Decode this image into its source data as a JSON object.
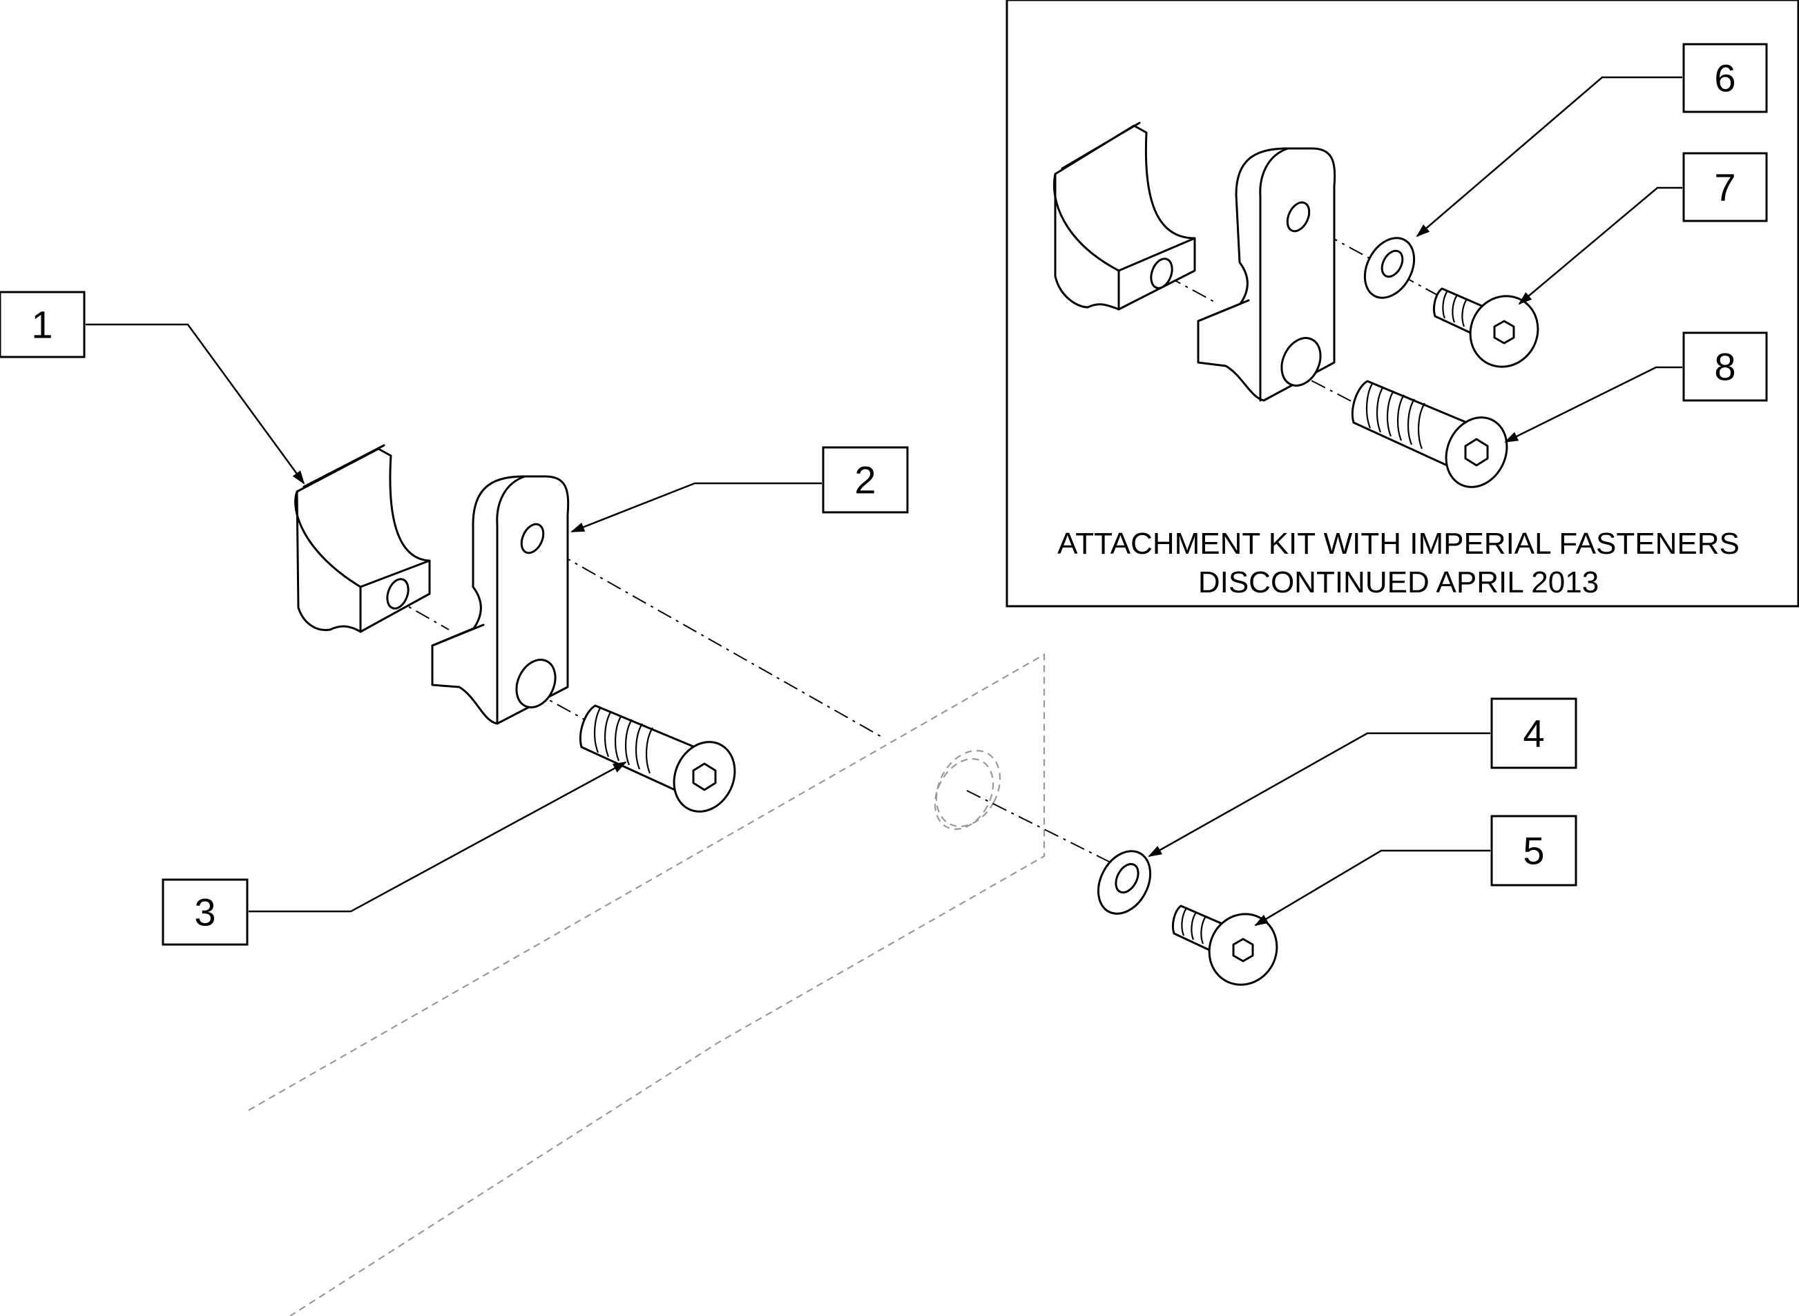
{
  "callouts": [
    {
      "id": "1",
      "label": "1"
    },
    {
      "id": "2",
      "label": "2"
    },
    {
      "id": "3",
      "label": "3"
    },
    {
      "id": "4",
      "label": "4"
    },
    {
      "id": "5",
      "label": "5"
    },
    {
      "id": "6",
      "label": "6"
    },
    {
      "id": "7",
      "label": "7"
    },
    {
      "id": "8",
      "label": "8"
    }
  ],
  "inset": {
    "note_line_1": "ATTACHMENT KIT WITH IMPERIAL FASTENERS",
    "note_line_2": "DISCONTINUED APRIL 2013"
  },
  "colors": {
    "line": "#000000",
    "phantom": "#999999",
    "background": "#ffffff"
  }
}
